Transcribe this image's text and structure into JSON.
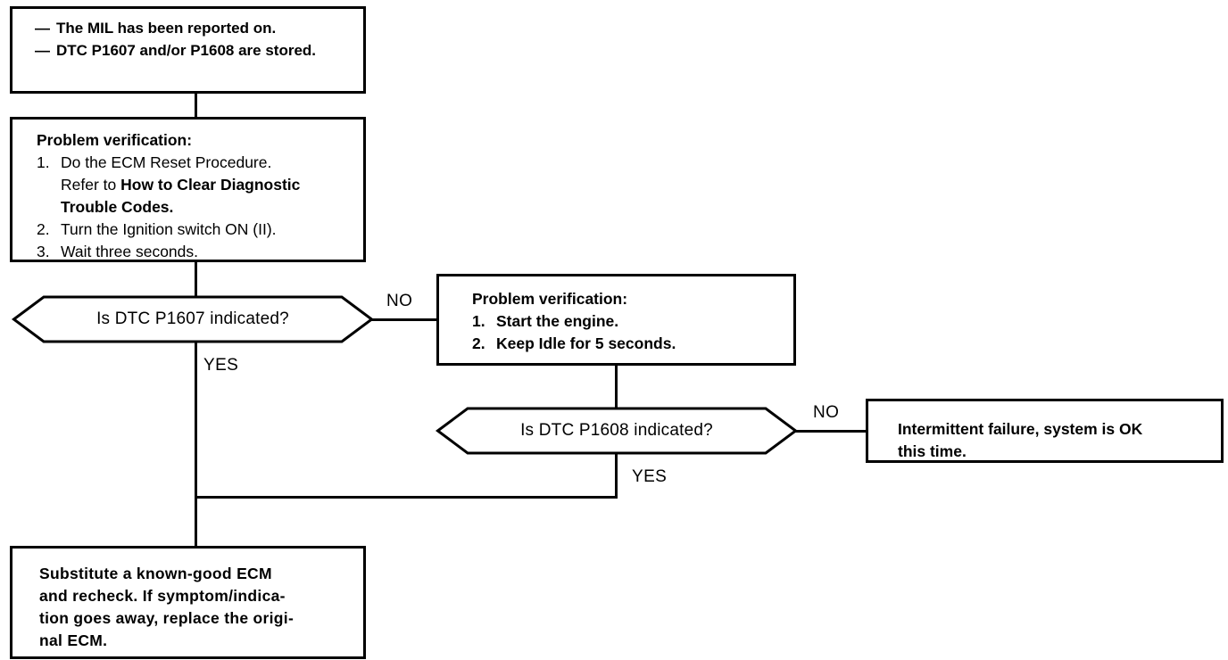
{
  "diagram": {
    "type": "troubleshooting-flowchart",
    "colors": {
      "stroke": "#000000",
      "background": "#ffffff",
      "text": "#000000"
    },
    "nodes": {
      "symptom": {
        "shape": "rectangle",
        "bullets": [
          "The MIL has been reported on.",
          "DTC P1607 and/or P1608 are stored."
        ],
        "bullet_marker": "—"
      },
      "verify1": {
        "shape": "rectangle",
        "heading": "Problem verification:",
        "steps": [
          {
            "number": "1.",
            "parts": [
              {
                "text": "Do the ECM Reset Procedure.",
                "bold": false
              },
              {
                "text": "Refer to ",
                "bold": false
              },
              {
                "text": "How to Clear Diagnostic Trouble Codes.",
                "bold": true
              }
            ]
          },
          {
            "number": "2.",
            "parts": [
              {
                "text": "Turn the Ignition switch ON (II).",
                "bold": false
              }
            ]
          },
          {
            "number": "3.",
            "parts": [
              {
                "text": "Wait three seconds.",
                "bold": false
              }
            ]
          }
        ]
      },
      "verify2": {
        "shape": "rectangle",
        "heading": "Problem verification:",
        "steps": [
          {
            "number": "1.",
            "text": "Start the engine."
          },
          {
            "number": "2.",
            "text": "Keep Idle for 5 seconds."
          }
        ]
      },
      "decision1": {
        "shape": "hexagon",
        "label": "Is DTC P1607 indicated?"
      },
      "decision2": {
        "shape": "hexagon",
        "label": "Is DTC P1608 indicated?"
      },
      "intermittent": {
        "shape": "rectangle",
        "lines": [
          "Intermittent failure, system is OK",
          "this time."
        ]
      },
      "substitute": {
        "shape": "rectangle",
        "lines": [
          "Substitute a known-good ECM",
          "and recheck. If symptom/indica-",
          "tion goes away, replace the origi-",
          "nal ECM."
        ]
      }
    },
    "branch_labels": {
      "decision1_no": "NO",
      "decision1_yes": "YES",
      "decision2_no": "NO",
      "decision2_yes": "YES"
    }
  }
}
